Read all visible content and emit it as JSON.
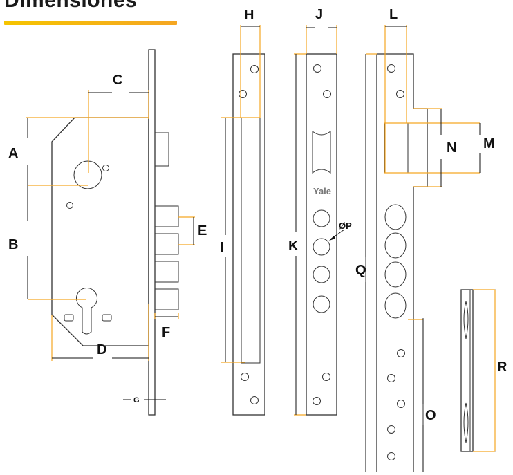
{
  "title": "Dimensiones",
  "brand": "Yale",
  "labels": {
    "A": "A",
    "B": "B",
    "C": "C",
    "D": "D",
    "E": "E",
    "F": "F",
    "G": "G",
    "H": "H",
    "I": "I",
    "J": "J",
    "K": "K",
    "L": "L",
    "M": "M",
    "N": "N",
    "O": "O",
    "P": "ØP",
    "Q": "Q",
    "R": "R"
  },
  "colors": {
    "accent": "#f5a623",
    "line": "#333333"
  }
}
